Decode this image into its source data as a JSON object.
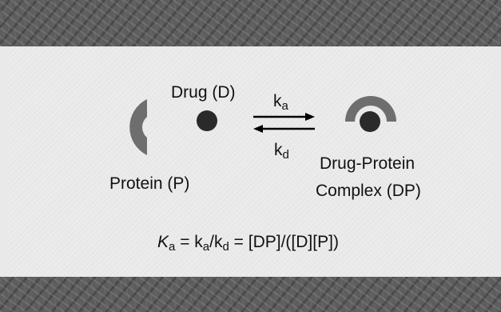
{
  "labels": {
    "drug": "Drug (D)",
    "protein": "Protein (P)",
    "complex_line1": "Drug-Protein",
    "complex_line2": "Complex (DP)",
    "ka_base": "k",
    "ka_sub": "a",
    "kd_base": "k",
    "kd_sub": "d"
  },
  "equation": {
    "K_italic": "K",
    "K_sub": "a",
    "eq1": " = k",
    "ka_sub": "a",
    "slash": "/k",
    "kd_sub": "d",
    "rest": " = [DP]/([D][P])"
  },
  "colors": {
    "protein": "#6e6e6e",
    "drug": "#2a2a2a",
    "arrow": "#000000",
    "band": "#5d5d5d",
    "panel": "#ececec"
  },
  "icons": {
    "protein": "half-ring-icon",
    "drug": "dot-icon",
    "forward": "arrow-right-icon",
    "reverse": "arrow-left-icon",
    "complex": "drug-protein-complex-icon"
  }
}
